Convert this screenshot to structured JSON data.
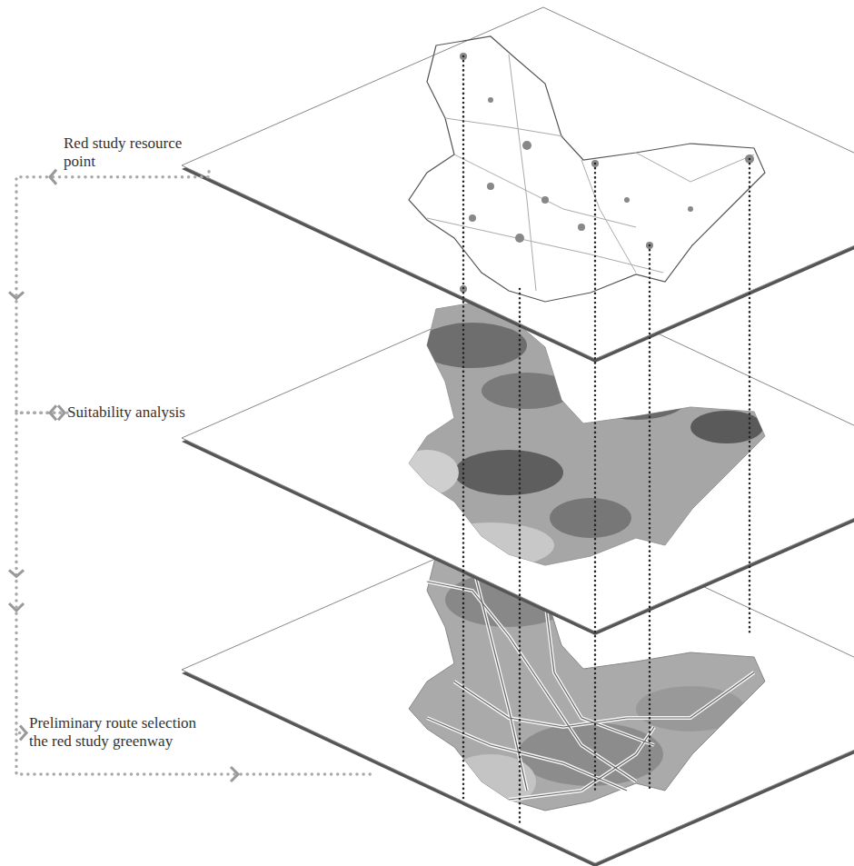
{
  "diagram": {
    "nodes": [
      {
        "text": [
          "Red study resource point"
        ]
      },
      {
        "text": [
          "Suitability analysis"
        ]
      },
      {
        "text": [
          "Preliminary route selection the red study greenway"
        ]
      }
    ],
    "edges": [
      {
        "from": 0,
        "to": 1,
        "arrow": "to"
      },
      {
        "from": 1,
        "to": 2,
        "arrow": "to"
      }
    ]
  }
}
